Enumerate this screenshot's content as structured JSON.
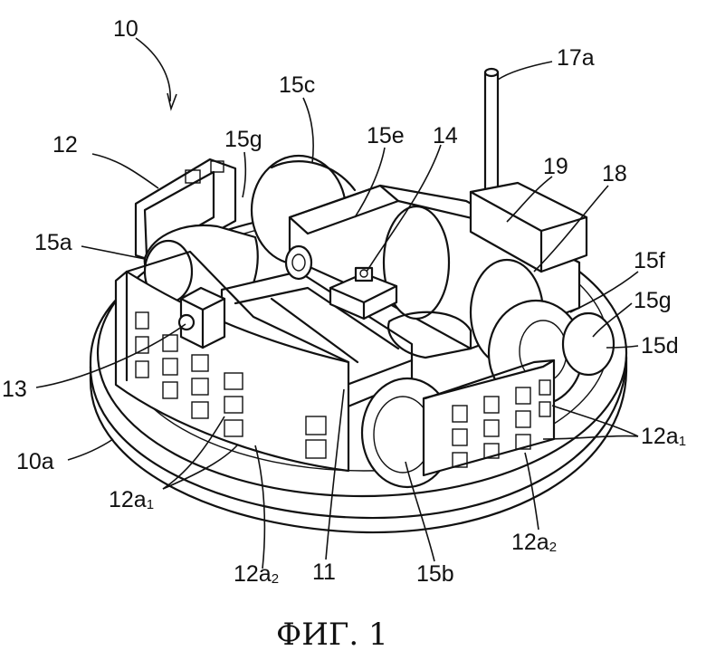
{
  "figure": {
    "caption": "ФИГ. 1",
    "labels": {
      "l10": "10",
      "l10a": "10a",
      "l11": "11",
      "l12": "12",
      "l12a1_left_main": "12a",
      "l12a1_left_sub": "1",
      "l12a1_right_main": "12a",
      "l12a1_right_sub": "1",
      "l12a2_left_main": "12a",
      "l12a2_left_sub": "2",
      "l12a2_right_main": "12a",
      "l12a2_right_sub": "2",
      "l13": "13",
      "l14": "14",
      "l15a": "15a",
      "l15b": "15b",
      "l15c": "15c",
      "l15d": "15d",
      "l15e": "15e",
      "l15f": "15f",
      "l15g_left": "15g",
      "l15g_right": "15g",
      "l17a": "17a",
      "l18": "18",
      "l19": "19"
    }
  }
}
